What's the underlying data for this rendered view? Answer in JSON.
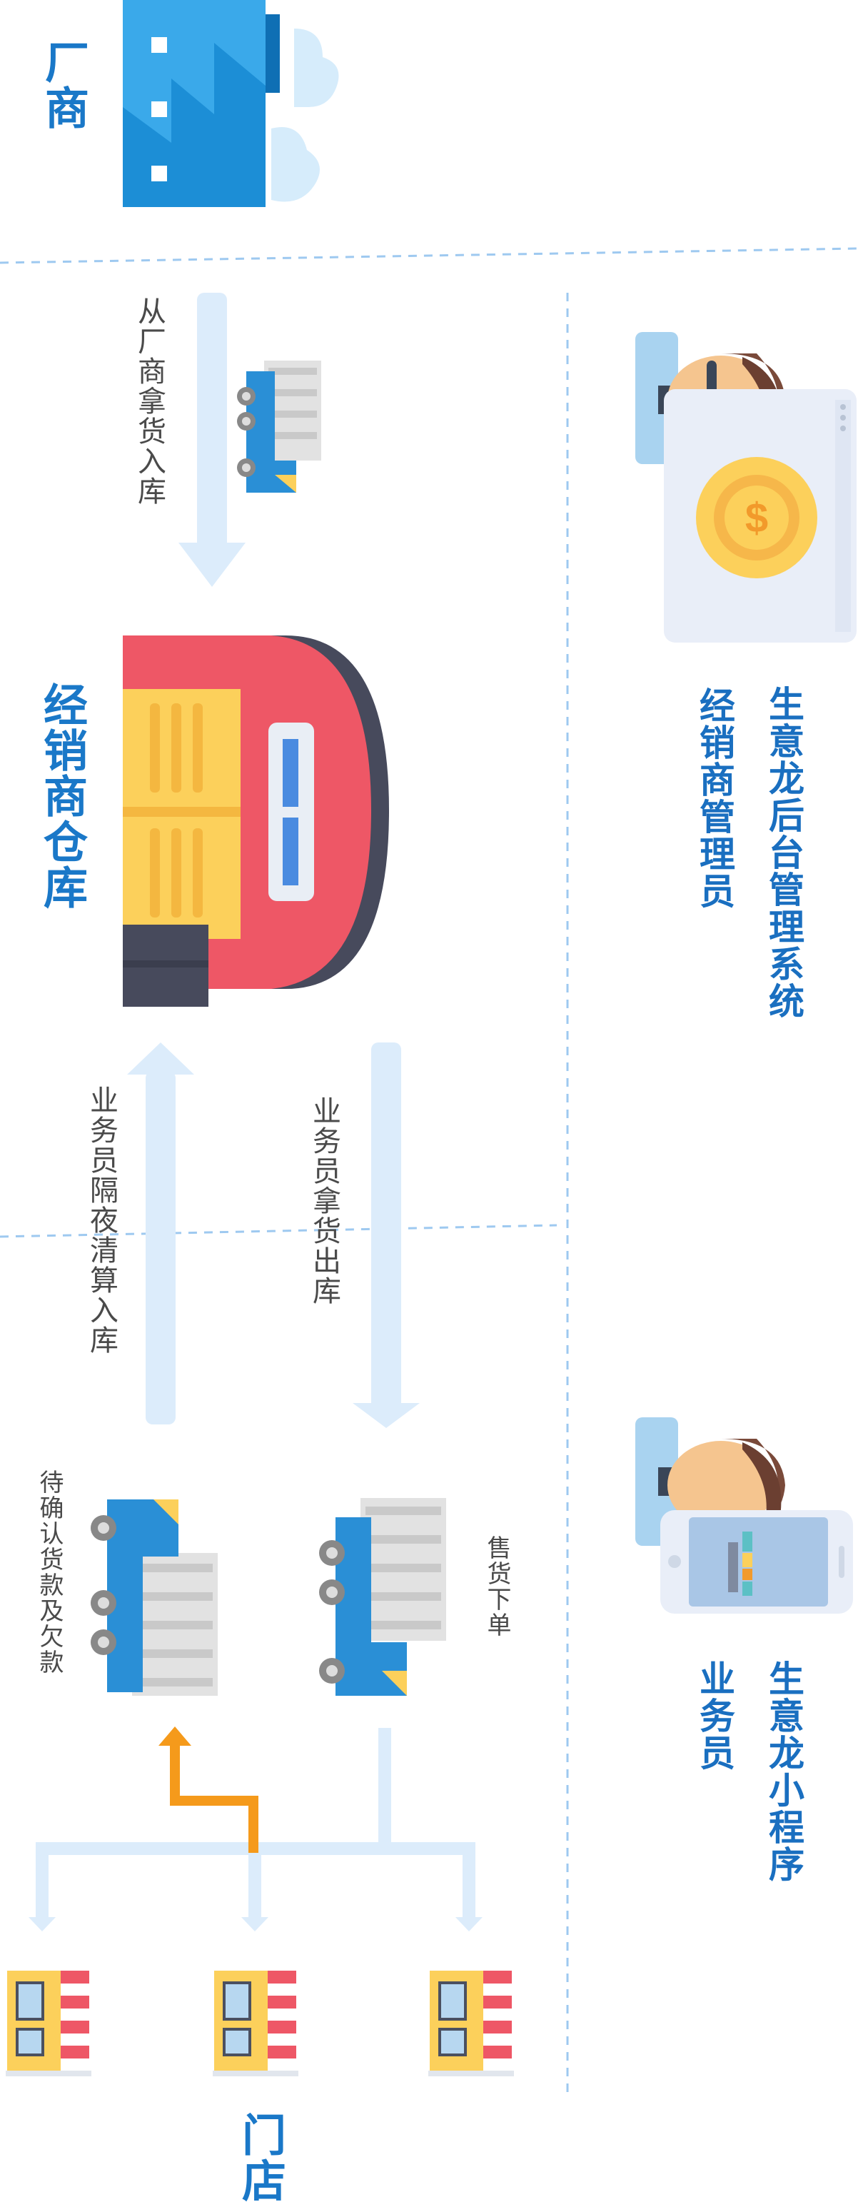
{
  "labels": {
    "manufacturer": "厂商",
    "warehouse": "经销商仓库",
    "stores": "门店",
    "from_manufacturer": "从厂商拿货入库",
    "salesman_outbound": "业务员拿货出库",
    "salesman_overnight": "业务员隔夜清算入库",
    "sell_order": "售货下单",
    "pending_confirm": "待确认货款及欠款",
    "backend_system": "生意龙后台管理系统",
    "dealer_admin": "经销商管理员",
    "mini_program": "生意龙小程序",
    "salesman": "业务员"
  },
  "colors": {
    "title_blue": "#1a78c8",
    "dashed_line": "#9ec9f0",
    "arrow_light": "#dcecfb",
    "arrow_orange": "#f59a1b",
    "warehouse_red": "#ee5766",
    "warehouse_yellow": "#fcd05b",
    "truck_blue": "#2a8fd6"
  }
}
